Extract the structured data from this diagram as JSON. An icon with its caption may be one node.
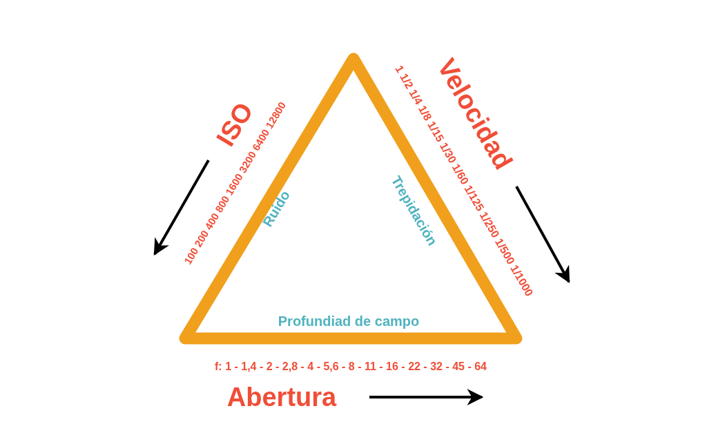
{
  "diagram": {
    "nodes": [
      {
        "text": [
          "Ruido",
          "Trepidación",
          "Profundiad de campo"
        ]
      }
    ],
    "labels": [
      "ISO",
      "100 200 400 800 1600 3200 6400 12800",
      "Velocidad",
      "1 1/2 1/4 1/8 1/15 1/30 1/60 1/125 1/250 1/500 1/1000",
      "f: 1 - 1,4 - 2 - 2,8 - 4 - 5,6 - 8 - 11 - 16 - 22 - 32 - 45 - 64",
      "Abertura"
    ]
  }
}
